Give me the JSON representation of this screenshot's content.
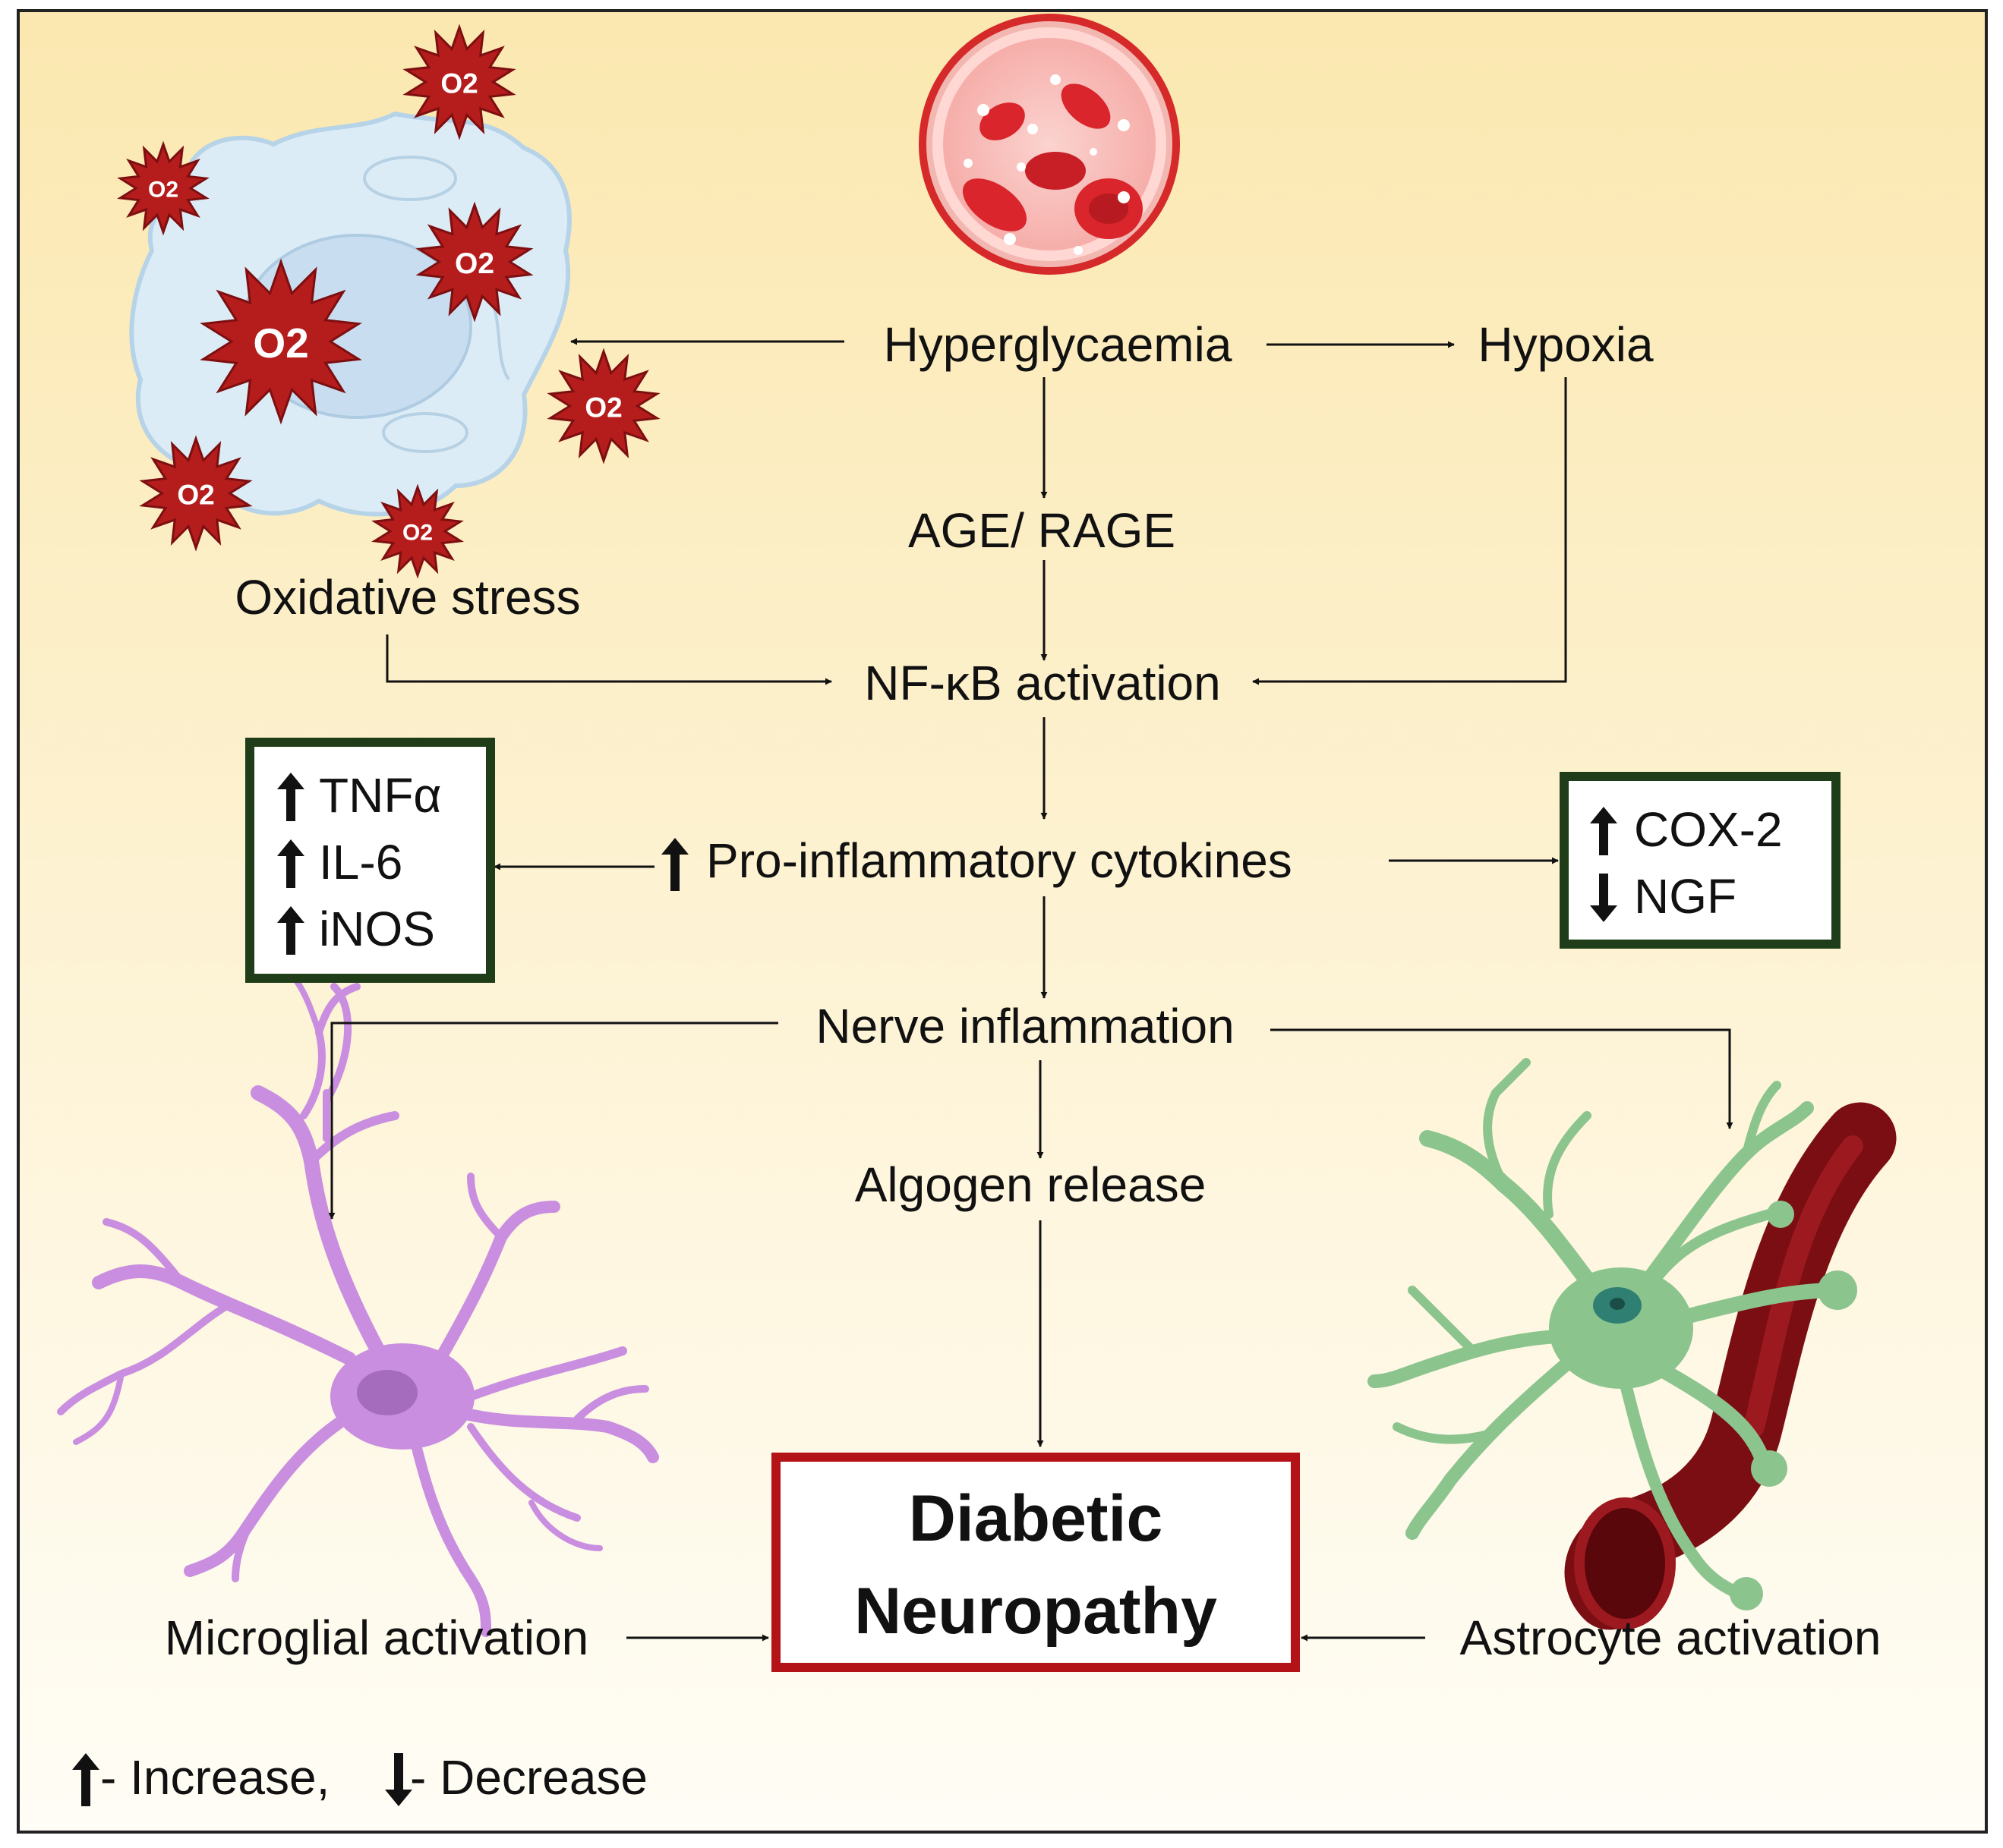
{
  "colors": {
    "bg_top": "#fbe8b0",
    "bg_bottom": "#fffdf6",
    "frame": "#222222",
    "green_box": "#1f3d18",
    "red_box": "#b31217",
    "ros_red": "#b51d1d",
    "microglia": "#c98ee0",
    "astrocyte": "#8cc48e",
    "vessel": "#7a0e12",
    "cell_blue": "#dcecf7"
  },
  "icons": {
    "ros": "star-burst-icon",
    "up": "arrow-up-icon",
    "down": "arrow-down-icon"
  },
  "ros_label": "O2",
  "labels": {
    "hyperglycaemia": "Hyperglycaemia",
    "hypoxia": "Hypoxia",
    "oxidative_stress": "Oxidative stress",
    "age_rage": "AGE/ RAGE",
    "nfkb": "NF-κB activation",
    "cytokines": "Pro-inflammatory cytokines",
    "nerve_inflammation": "Nerve inflammation",
    "algogen": "Algogen release",
    "microglial": "Microglial activation",
    "astrocyte": "Astrocyte activation"
  },
  "left_box": {
    "items": [
      {
        "text": "TNFα",
        "dir": "up"
      },
      {
        "text": "IL-6",
        "dir": "up"
      },
      {
        "text": "iNOS",
        "dir": "up"
      }
    ]
  },
  "right_box": {
    "items": [
      {
        "text": "COX-2",
        "dir": "up"
      },
      {
        "text": "NGF",
        "dir": "down"
      }
    ]
  },
  "outcome": {
    "line1": "Diabetic",
    "line2": "Neuropathy"
  },
  "legend": {
    "increase": "- Increase,",
    "decrease": "- Decrease"
  }
}
